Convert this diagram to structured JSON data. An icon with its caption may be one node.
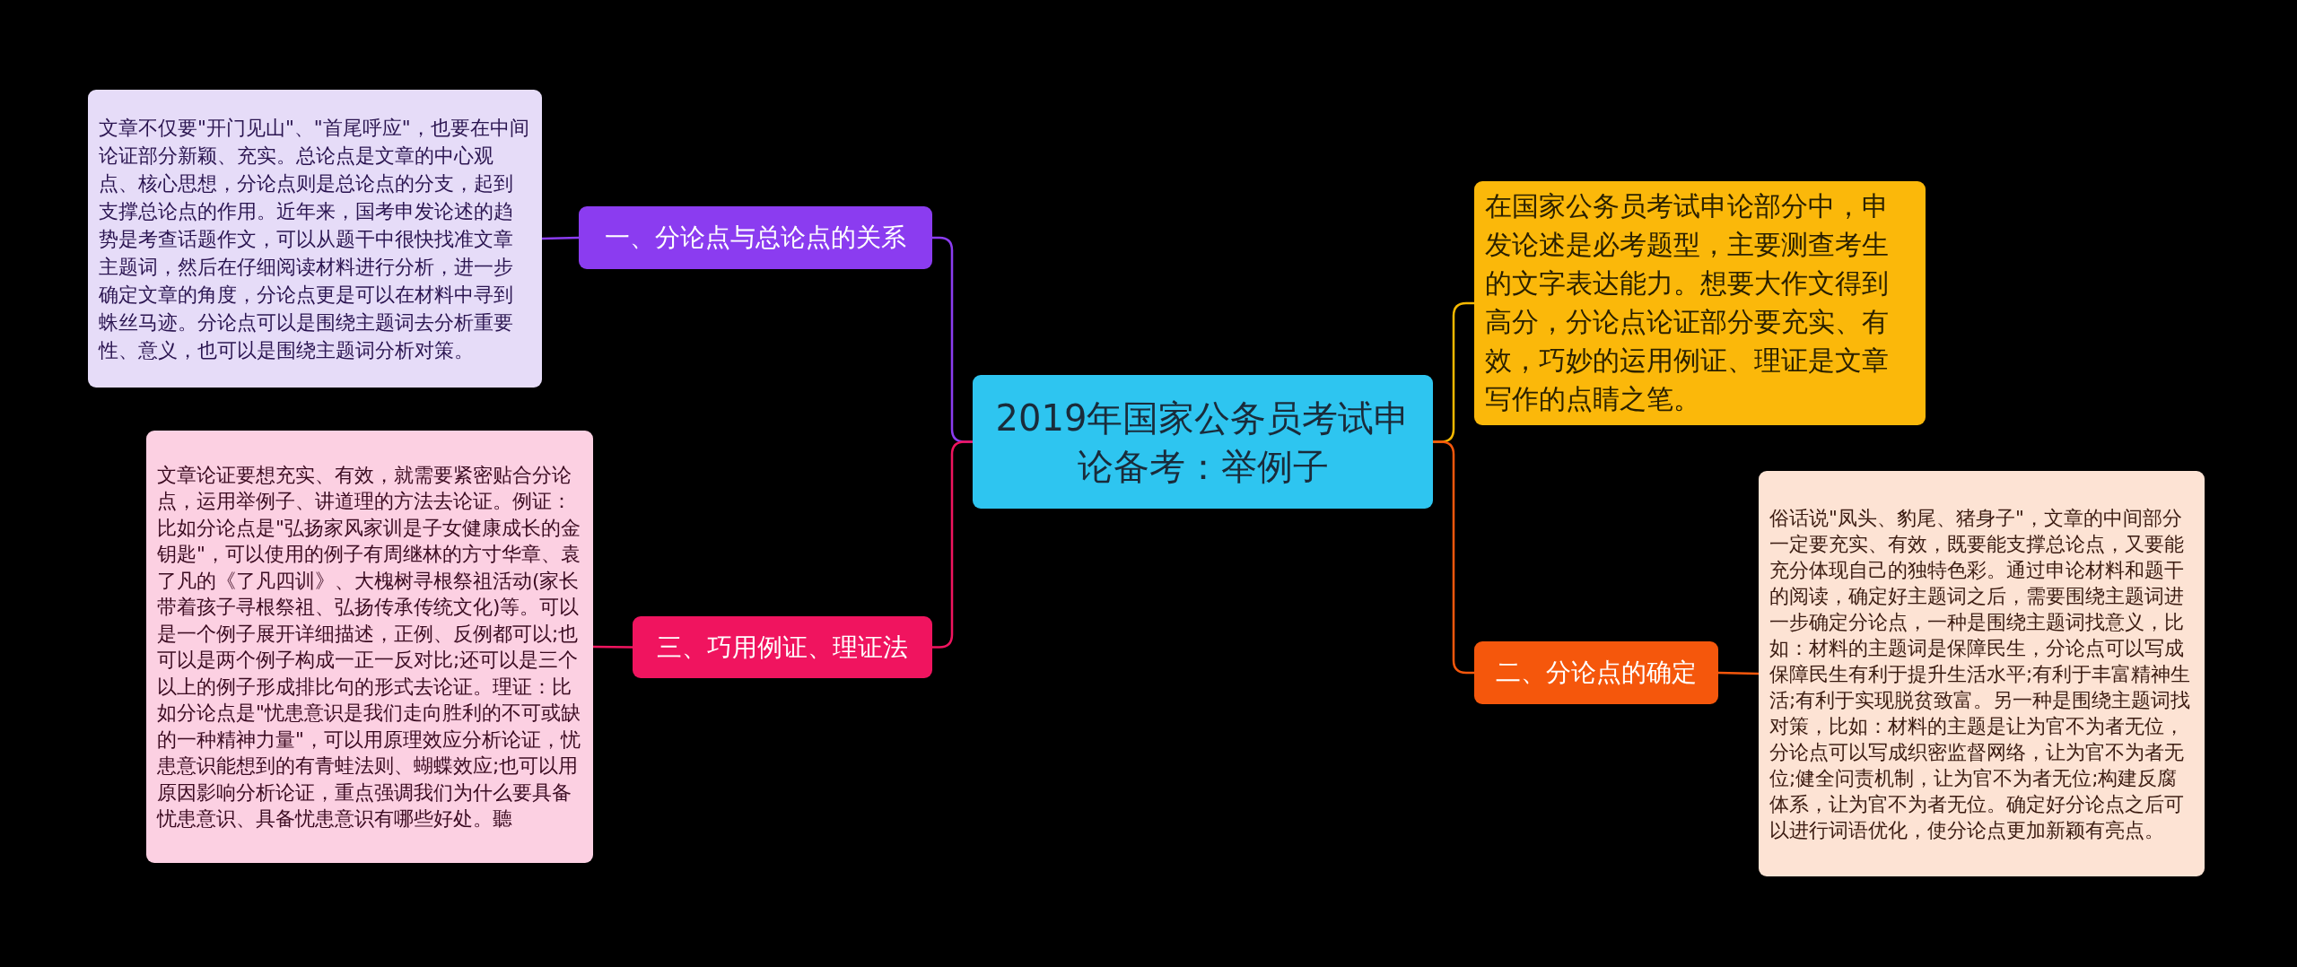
{
  "diagram": {
    "nodes": [
      {
        "text": [
          "2019年国家公务员考试申论备考：举例子"
        ]
      },
      {
        "text": [
          "一、分论点与总论点的关系"
        ]
      },
      {
        "text": [
          "文章不仅要\"开门见山\"、\"首尾呼应\"，也要在中间论证部分新颖、充实。总论点是文章的中心观点、核心思想，分论点则是总论点的分支，起到支撑总论点的作用。近年来，国考申发论述的趋势是考查话题作文，可以从题干中很快找准文章主题词，然后在仔细阅读材料进行分析，进一步确定文章的角度，分论点更是可以在材料中寻到蛛丝马迹。分论点可以是围绕主题词去分析重要性、意义，也可以是围绕主题词分析对策。"
        ]
      },
      {
        "text": [
          "在国家公务员考试申论部分中，申发论述是必考题型，主要测查考生的文字表达能力。想要大作文得到高分，分论点论证部分要充实、有效，巧妙的运用例证、理证是文章写作的点睛之笔。"
        ]
      },
      {
        "text": [
          "二、分论点的确定"
        ]
      },
      {
        "text": [
          "俗话说\"凤头、豹尾、猪身子\"，文章的中间部分一定要充实、有效，既要能支撑总论点，又要能充分体现自己的独特色彩。通过申论材料和题干的阅读，确定好主题词之后，需要围绕主题词进一步确定分论点，一种是围绕主题词找意义，比如：材料的主题词是保障民生，分论点可以写成保障民生有利于提升生活水平;有利于丰富精神生活;有利于实现脱贫致富。另一种是围绕主题词找对策，比如：材料的主题是让为官不为者无位，分论点可以写成织密监督网络，让为官不为者无位;健全问责机制，让为官不为者无位;构建反腐体系，让为官不为者无位。确定好分论点之后可以进行词语优化，使分论点更加新颖有亮点。"
        ]
      },
      {
        "text": [
          "三、巧用例证、理证法"
        ]
      },
      {
        "text": [
          "文章论证要想充实、有效，就需要紧密贴合分论点，运用举例子、讲道理的方法去论证。例证：比如分论点是\"弘扬家风家训是子女健康成长的金钥匙\"，可以使用的例子有周继林的方寸华章、袁了凡的《了凡四训》、大槐树寻根祭祖活动(家长带着孩子寻根祭祖、弘扬传承传统文化)等。可以是一个例子展开详细描述，正例、反例都可以;也可以是两个例子构成一正一反对比;还可以是三个以上的例子形成排比句的形式去论证。理证：比如分论点是\"忧患意识是我们走向胜利的不可或缺的一种精神力量\"，可以用原理效应分析论证，忧患意识能想到的有青蛙法则、蝴蝶效应;也可以用原因影响分析论证，重点强调我们为什么要具备忧患意识、具备忧患意识有哪些好处。聽"
        ]
      }
    ],
    "edges": [
      {
        "from": 0,
        "to": 1,
        "arrow": "none",
        "color": "#8b3cf0"
      },
      {
        "from": 1,
        "to": 2,
        "arrow": "none",
        "color": "#8b3cf0"
      },
      {
        "from": 0,
        "to": 3,
        "arrow": "none",
        "color": "#f5b800"
      },
      {
        "from": 0,
        "to": 4,
        "arrow": "none",
        "color": "#f5570c"
      },
      {
        "from": 4,
        "to": 5,
        "arrow": "none",
        "color": "#f5570c"
      },
      {
        "from": 0,
        "to": 6,
        "arrow": "none",
        "color": "#f0145f"
      },
      {
        "from": 6,
        "to": 7,
        "arrow": "none",
        "color": "#f0145f"
      }
    ]
  }
}
